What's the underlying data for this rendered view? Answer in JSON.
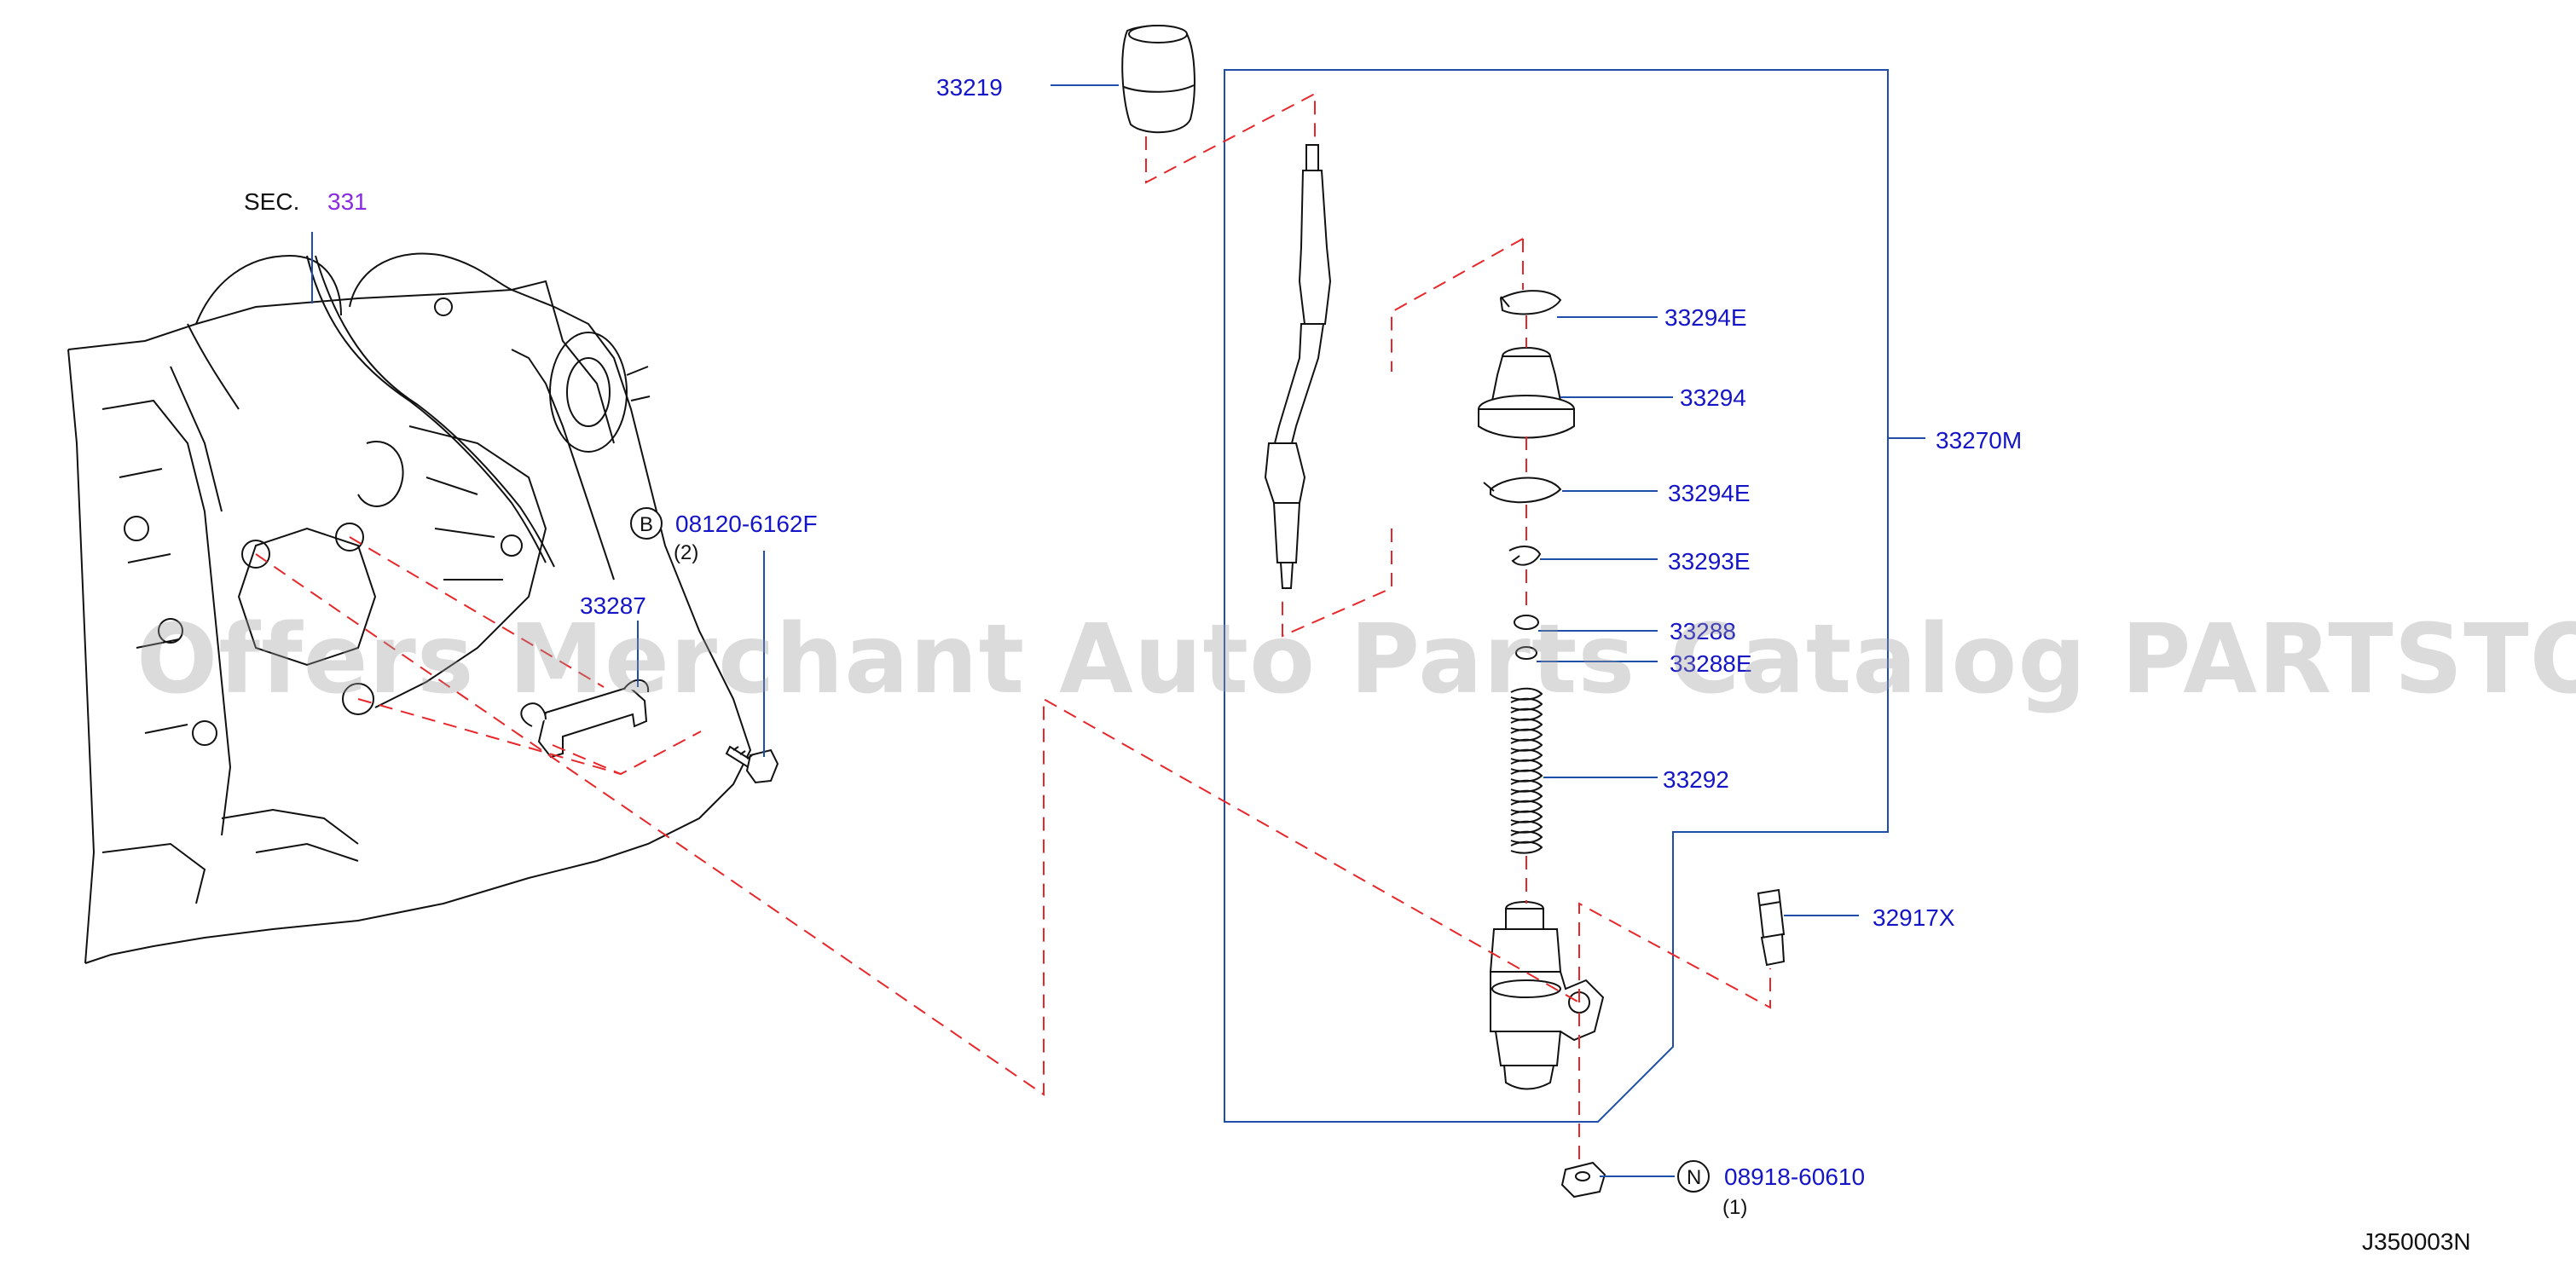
{
  "section_ref": {
    "prefix": "SEC.",
    "number": "331"
  },
  "parts": {
    "knob": "33219",
    "circlip_top": "33294E",
    "bushing": "33294",
    "assembly": "33270M",
    "circlip_mid": "33294E",
    "snap_ring": "33293E",
    "washer": "33288",
    "ring": "33288E",
    "spring": "33292",
    "pin": "32917X",
    "bracket": "33287"
  },
  "bolt": {
    "symbol": "B",
    "number": "08120-6162F",
    "qty": "(2)"
  },
  "nut": {
    "symbol": "N",
    "number": "08918-60610",
    "qty": "(1)"
  },
  "diagram_id": "J350003N",
  "watermark": "Offers Merchant Auto Parts Catalog PARTSTORE.SA",
  "colors": {
    "callout": "#1515c8",
    "section": "#8a2be2",
    "leader": "#1d4fa8",
    "dashed": "#e8272a"
  }
}
